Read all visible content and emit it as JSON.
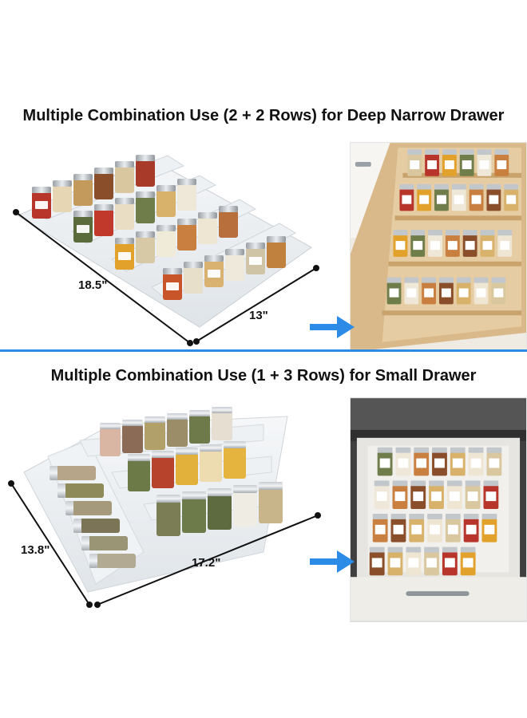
{
  "sections": [
    {
      "heading": "Multiple Combination Use  (2 + 2 Rows) for Deep Narrow Drawer",
      "dimensions": {
        "length": "18.5\"",
        "width": "13\""
      }
    },
    {
      "heading": "Multiple Combination Use  (1 + 3 Rows) for Small Drawer",
      "dimensions": {
        "depth": "13.8\"",
        "width": "17.2\""
      }
    }
  ],
  "colors": {
    "accent_blue": "#2b8be6",
    "divider": "#2b8be6",
    "wood": "#d9b98a",
    "drawer_gray": "#d8d8d8",
    "countertop": "#4a4a4a"
  },
  "icons": [
    "arrow-right-icon",
    "arrow-right-icon"
  ]
}
